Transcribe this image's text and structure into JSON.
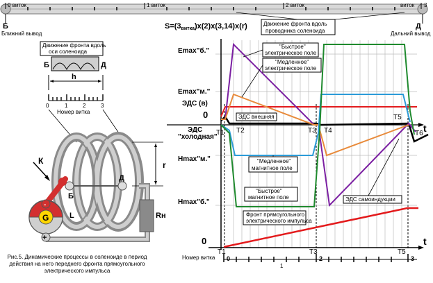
{
  "figure": {
    "caption_lines": [
      "Рис.5. Динамические процессы в соленоиде в период",
      "действия на него переднего фронта прямоугольного",
      "электрического импульса"
    ]
  },
  "ruler": {
    "marks": [
      "0 виток",
      "1 виток",
      "2 виток",
      "виток",
      "3"
    ],
    "end_left": "Б",
    "end_right": "Д",
    "near_label": "Ближний вывод",
    "far_label": "Дальний вывод",
    "formula": "S=(3витка)x(2)x(3,14)x(r)",
    "formula_main1": "S=(3",
    "formula_sub": "витка",
    "formula_main2": ")x(2)x(3,14)x(r)",
    "front_note": [
      "Движение фронта вдоль",
      "проводника соленоида"
    ]
  },
  "solenoid": {
    "axis_note": [
      "Движение фронта вдоль",
      "оси соленоида"
    ],
    "label_b": "Б",
    "label_d": "Д",
    "label_h": "h",
    "turn_ticks": [
      "0",
      "1",
      "2",
      "3"
    ],
    "turn_label": "Номер витка",
    "label_k": "К",
    "label_b2": "Б",
    "label_d2": "Д",
    "label_r": "r",
    "label_l": "L",
    "label_g": "G",
    "label_plus": "+",
    "label_minus": "-",
    "label_rn": "Rн"
  },
  "chart": {
    "emax_b": "Emax\"б.\"",
    "emax_m": "Emax\"м.\"",
    "eds_v": "ЭДС (в)",
    "zero": "0",
    "eds_cold": [
      "ЭДС",
      "\"холодная\""
    ],
    "hmax_m": "Hmax\"м.\"",
    "hmax_b": "Hmax\"б.\"",
    "zero2": "0",
    "t_axis": "t",
    "t_axis2": "t",
    "times": [
      "T1",
      "T2",
      "T3",
      "T4",
      "T5",
      "T6"
    ],
    "times_bottom": [
      "T1",
      "T3",
      "T5"
    ],
    "turn_label": "Номер витка",
    "turn_ticks": [
      "0",
      "1",
      "2",
      "3"
    ],
    "notes": {
      "fast_e": [
        "\"Быстрое\"",
        "электрическое поле"
      ],
      "slow_e": [
        "\"Медленное\"",
        "электрическое поле"
      ],
      "eds_ext": "ЭДС внешняя",
      "slow_h": [
        "\"Медленное\"",
        "магнитное поле"
      ],
      "fast_h": [
        "\"Быстрое\"",
        "магнитное поле"
      ],
      "eds_self": "ЭДС самоиндукции",
      "front_pulse": [
        "Фронт прямоугольного",
        "электрического импульса"
      ]
    },
    "colors": {
      "fast": "#7b1fa2",
      "slow_e": "#e88a3a",
      "slow_h": "#2b9bd8",
      "fast_h": "#1f8a2e",
      "eds": "#e31a1c",
      "axis": "#000000"
    }
  }
}
